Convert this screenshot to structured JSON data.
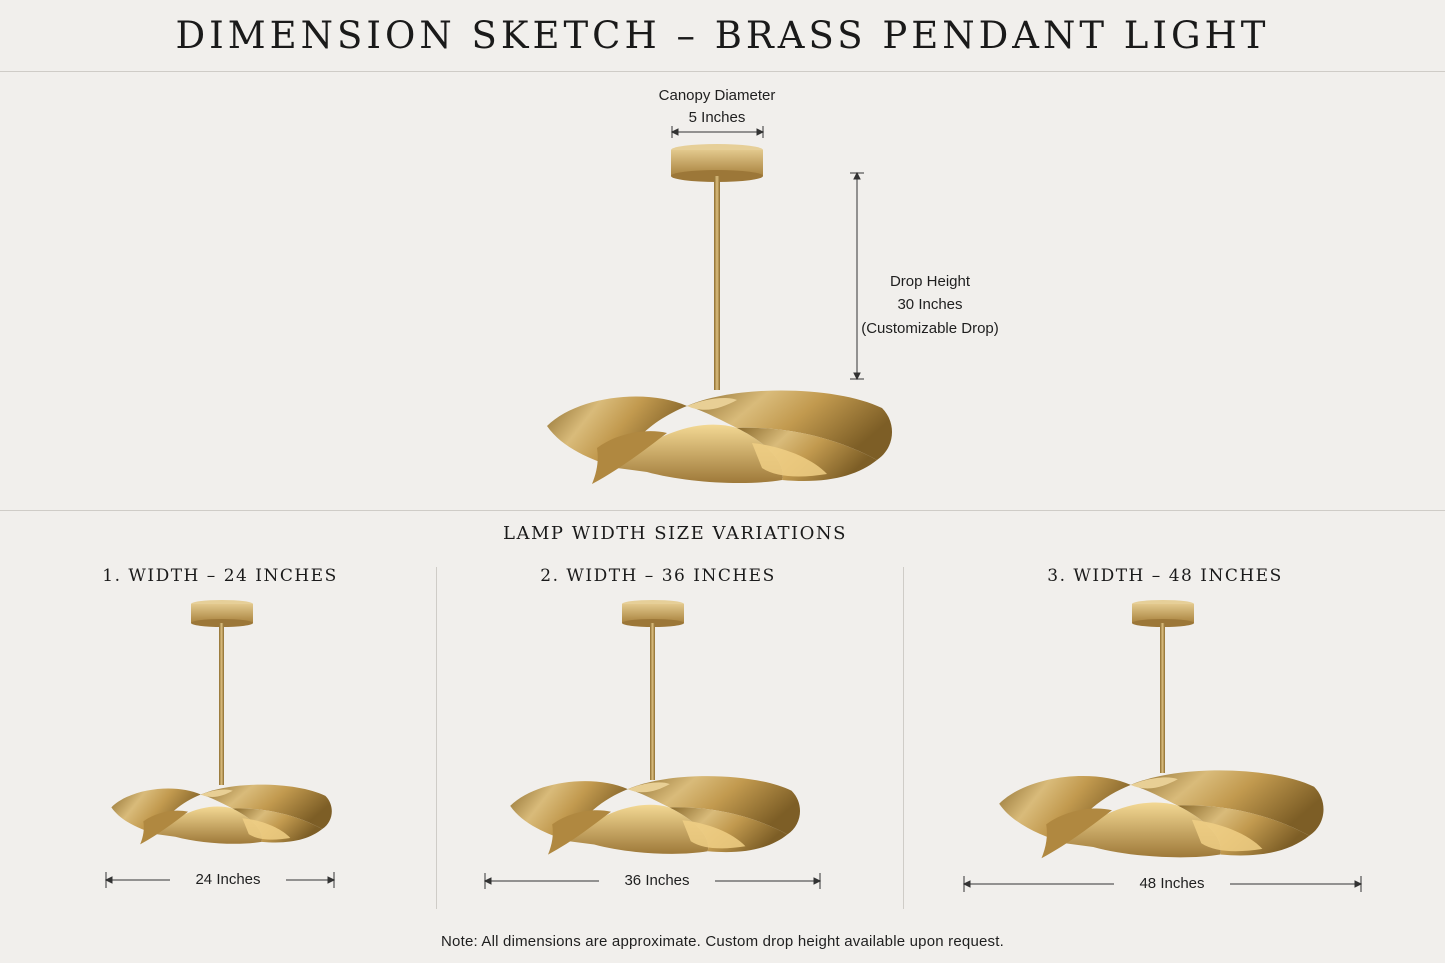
{
  "title": "DIMENSION SKETCH – BRASS PENDANT LIGHT",
  "main": {
    "canopy": {
      "label": "Canopy Diameter",
      "value": "5 Inches"
    },
    "drop": {
      "label": "Drop Height",
      "value": "30 Inches",
      "note": "(Customizable Drop)"
    }
  },
  "variations": {
    "heading": "LAMP WIDTH SIZE VARIATIONS",
    "items": [
      {
        "title": "1. WIDTH – 24 INCHES",
        "dimension": "24 Inches"
      },
      {
        "title": "2. WIDTH – 36 INCHES",
        "dimension": "36 Inches"
      },
      {
        "title": "3. WIDTH – 48 INCHES",
        "dimension": "48 Inches"
      }
    ]
  },
  "note": "Note: All dimensions are approximate. Custom drop height available upon request.",
  "colors": {
    "brass_light": "#d9b873",
    "brass_mid": "#b8914a",
    "brass_dark": "#7d5e26",
    "background": "#f1efec"
  }
}
